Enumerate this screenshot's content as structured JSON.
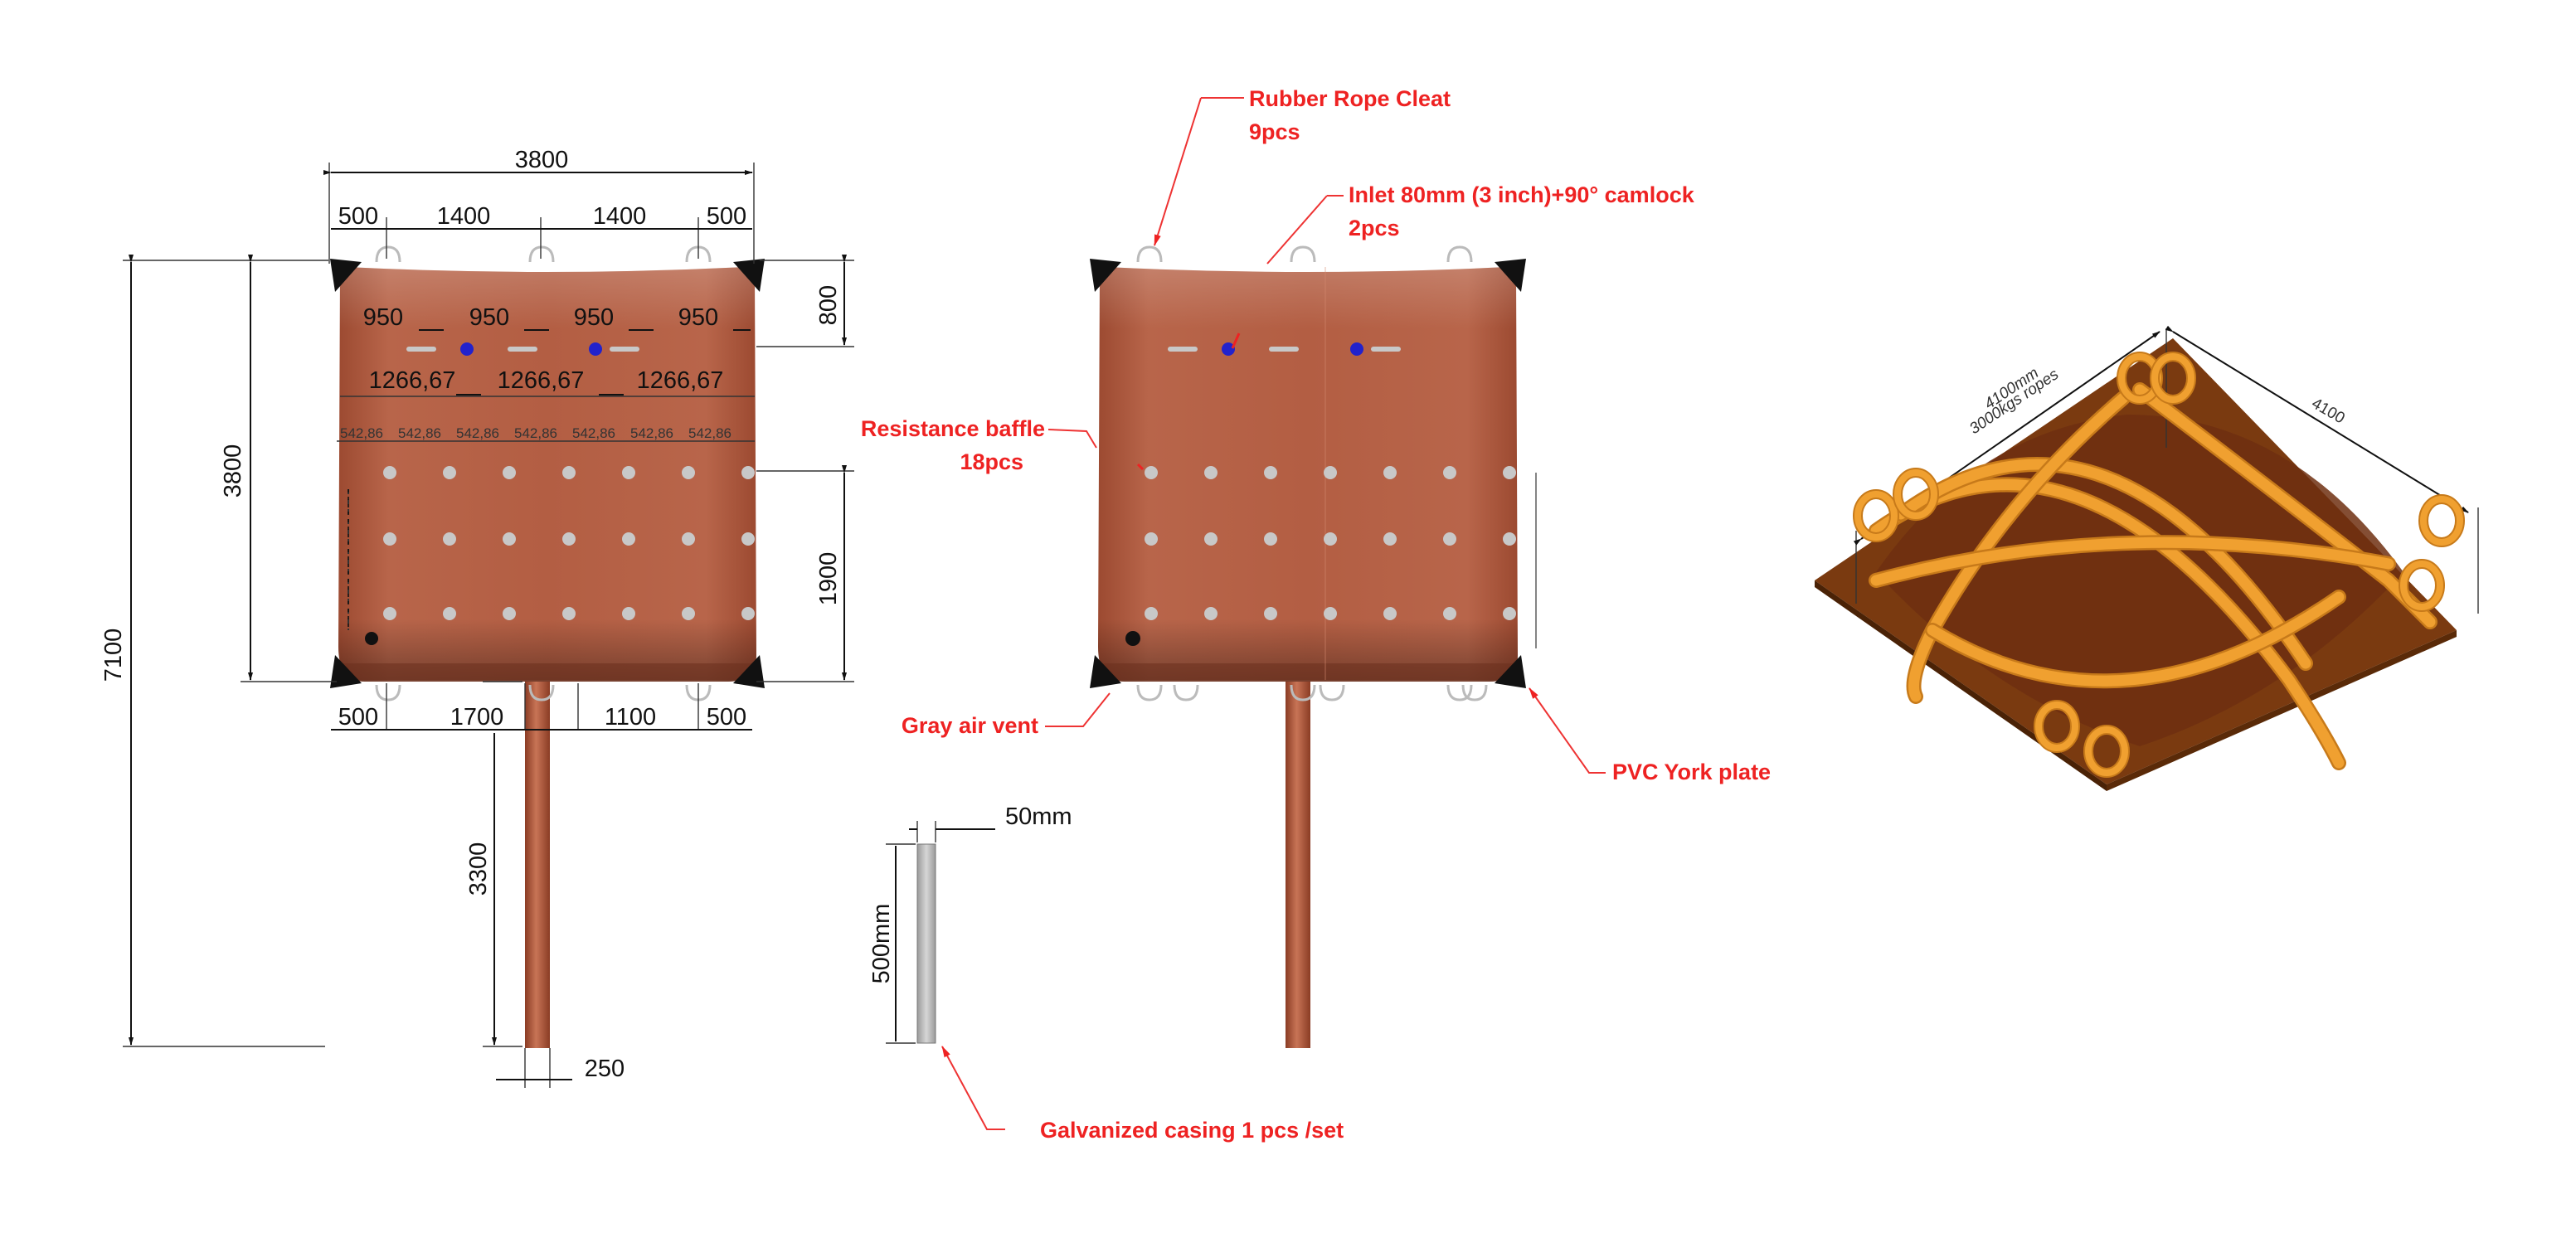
{
  "colors": {
    "bag_main": "#b05a3e",
    "bag_edge": "#9a4a30",
    "bag_shadow": "#6b2f1d",
    "baffle": "#c8c8c8",
    "inlet": "#2222cc",
    "vent": "#111111",
    "callout": "#ee2222",
    "rope": "#f0a030",
    "rope_dark": "#c77a1a",
    "plate": "#7a3a0a",
    "casing": "#b8b8b8"
  },
  "left_view": {
    "dims": {
      "total_width": "3800",
      "top_segments": [
        "500",
        "1400",
        "1400",
        "500"
      ],
      "inlet_spacing": [
        "950",
        "950",
        "950",
        "950"
      ],
      "inlet_spacing2": [
        "1266,67",
        "1266,67",
        "1266,67"
      ],
      "baffle_spacing": [
        "542,86",
        "542,86",
        "542,86",
        "542,86",
        "542,86",
        "542,86",
        "542,86"
      ],
      "total_height": "7100",
      "bag_height": "3800",
      "top_offset": "800",
      "baffle_zone": "1900",
      "bottom_segments": [
        "500",
        "1700",
        "1100",
        "500"
      ],
      "pipe_length": "3300",
      "pipe_width": "250"
    }
  },
  "middle_view": {
    "callouts": {
      "rope_cleat_line1": "Rubber Rope Cleat",
      "rope_cleat_line2": "9pcs",
      "inlet_line1": "Inlet 80mm (3 inch)+90° camlock",
      "inlet_line2": "2pcs",
      "baffle_line1": "Resistance baffle",
      "baffle_line2": "18pcs",
      "vent": "Gray air vent",
      "york_plate": "PVC York plate",
      "casing": "Galvanized casing 1 pcs /set"
    },
    "casing_dims": {
      "width": "50mm",
      "height": "500mm"
    }
  },
  "right_view": {
    "dims": {
      "side_a_line1": "4100mm",
      "side_a_line2": "3000kgs ropes",
      "side_b": "4100"
    }
  }
}
